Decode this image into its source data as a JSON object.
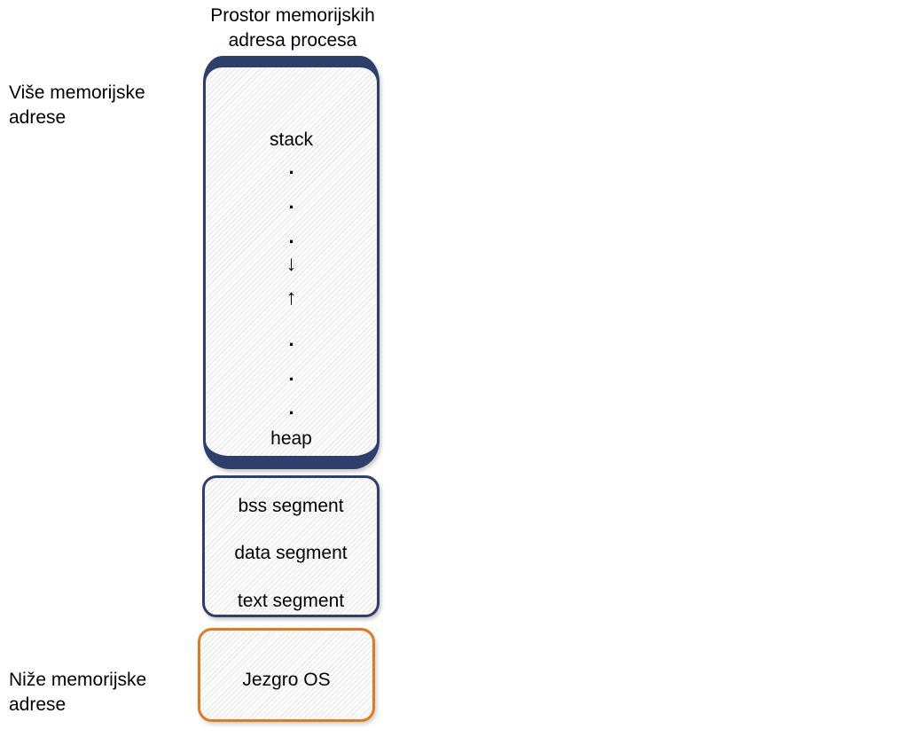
{
  "title": "Prostor memorijskih\nadresa procesa",
  "higher_label": "Više memorijske\nadrese",
  "lower_label": "Niže memorijske\nadrese",
  "stack_heap": {
    "stack": "stack",
    "dot": ".",
    "arrow_down": "↓",
    "arrow_up": "↑",
    "heap": "heap"
  },
  "segments": {
    "bss": "bss segment",
    "data": "data segment",
    "text": "text segment"
  },
  "kernel": {
    "label": "Jezgro OS"
  },
  "colors": {
    "segment_border": "#2f3f6b",
    "kernel_border": "#e07a1f"
  }
}
